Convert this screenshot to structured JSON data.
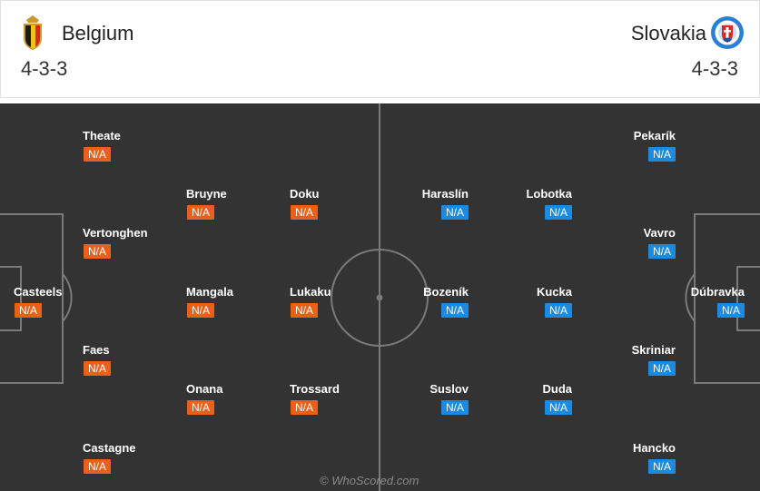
{
  "home": {
    "team": "Belgium",
    "formation": "4-3-3",
    "players": [
      {
        "name": "Theate",
        "rating": "N/A"
      },
      {
        "name": "Vertonghen",
        "rating": "N/A"
      },
      {
        "name": "Casteels",
        "rating": "N/A"
      },
      {
        "name": "Faes",
        "rating": "N/A"
      },
      {
        "name": "Castagne",
        "rating": "N/A"
      },
      {
        "name": "Bruyne",
        "rating": "N/A"
      },
      {
        "name": "Mangala",
        "rating": "N/A"
      },
      {
        "name": "Onana",
        "rating": "N/A"
      },
      {
        "name": "Doku",
        "rating": "N/A"
      },
      {
        "name": "Lukaku",
        "rating": "N/A"
      },
      {
        "name": "Trossard",
        "rating": "N/A"
      }
    ]
  },
  "away": {
    "team": "Slovakia",
    "formation": "4-3-3",
    "players": [
      {
        "name": "Pekarík",
        "rating": "N/A"
      },
      {
        "name": "Vavro",
        "rating": "N/A"
      },
      {
        "name": "Dúbravka",
        "rating": "N/A"
      },
      {
        "name": "Skriniar",
        "rating": "N/A"
      },
      {
        "name": "Hancko",
        "rating": "N/A"
      },
      {
        "name": "Lobotka",
        "rating": "N/A"
      },
      {
        "name": "Kucka",
        "rating": "N/A"
      },
      {
        "name": "Duda",
        "rating": "N/A"
      },
      {
        "name": "Haraslín",
        "rating": "N/A"
      },
      {
        "name": "Bozeník",
        "rating": "N/A"
      },
      {
        "name": "Suslov",
        "rating": "N/A"
      }
    ]
  },
  "watermark": "© WhoScored.com",
  "colors": {
    "home_badge": "#e8601c",
    "away_badge": "#1a8be0",
    "pitch": "#333333",
    "lines": "#7a7a7a"
  },
  "icons": {
    "home_crest": "belgium-crest-icon",
    "away_crest": "slovakia-crest-icon"
  }
}
